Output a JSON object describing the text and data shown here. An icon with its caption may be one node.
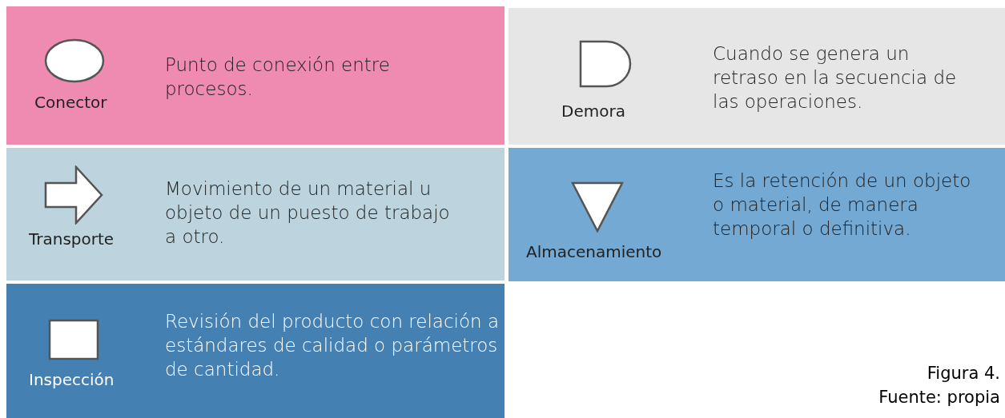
{
  "diagram": {
    "nodes": [
      {
        "text": [
          "Conector",
          "Punto de conexión entre procesos."
        ]
      },
      {
        "text": [],
        "shape": "circle",
        "in": 0
      },
      {
        "text": [
          "Demora",
          "Cuando se genera un retraso en la secuencia de las operaciones."
        ]
      },
      {
        "text": [],
        "shape": "delay",
        "in": 2
      },
      {
        "text": [
          "Transporte",
          "Movimiento de un material u objeto de un puesto de trabajo a otro."
        ]
      },
      {
        "text": [],
        "shape": "arrow",
        "in": 4
      },
      {
        "text": [
          "Almacenamiento",
          "Es la retención de un objeto o material, de manera temporal o definitiva."
        ]
      },
      {
        "text": [],
        "shape": "triangle",
        "in": 6
      },
      {
        "text": [
          "Inspección",
          "Revisión del producto con relación a estándares de calidad o parámetros de cantidad."
        ]
      },
      {
        "text": [],
        "shape": "box",
        "in": 8
      }
    ],
    "edges": [],
    "labels": [
      "Figura 4.",
      "Fuente: propia"
    ]
  }
}
